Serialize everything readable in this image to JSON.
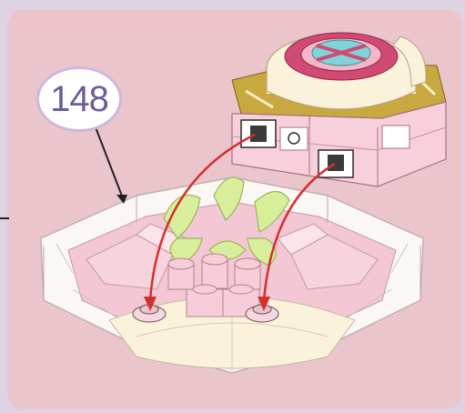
{
  "step": {
    "number": "148"
  },
  "colors": {
    "page_background": "#ddd3e2",
    "panel_background": "#eac5cb",
    "step_bubble_border": "#cdb8dc",
    "step_number": "#6d5c98",
    "pointer_line": "#222222",
    "arrow": "#d2302d",
    "brick_pink": "#f3c8d4",
    "brick_cream": "#fbf2dc",
    "brick_lime": "#d9ee9a",
    "brick_gold": "#c9a93f",
    "roof_red": "#d14a74",
    "roof_teal": "#7fd4d8"
  },
  "icons": [
    "instruction-step-bubble",
    "pointer-line",
    "placement-arrow",
    "placement-arrow"
  ]
}
